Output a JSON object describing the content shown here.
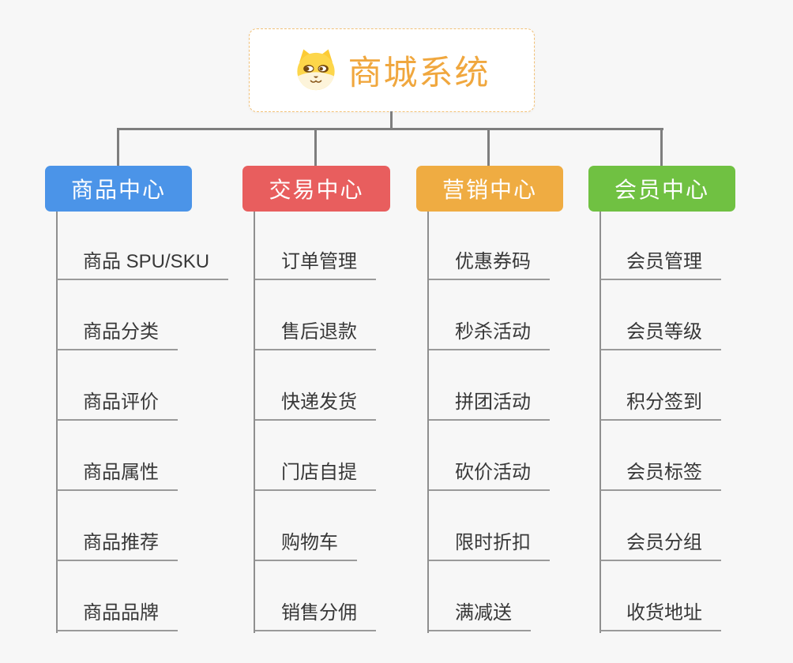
{
  "root": {
    "title": "商城系统",
    "icon": "dog-face-icon"
  },
  "colors": {
    "background": "#f7f7f7",
    "root_title": "#f0a73e",
    "root_border": "#f2c178",
    "connector": "#7e7e7e",
    "item_line": "#9a9a9a",
    "item_text": "#383838",
    "branch_text": "#ffffff"
  },
  "branches": [
    {
      "label": "商品中心",
      "color": "#4b94e8",
      "items": [
        "商品 SPU/SKU",
        "商品分类",
        "商品评价",
        "商品属性",
        "商品推荐",
        "商品品牌"
      ]
    },
    {
      "label": "交易中心",
      "color": "#e85e5e",
      "items": [
        "订单管理",
        "售后退款",
        "快递发货",
        "门店自提",
        "购物车",
        "销售分佣"
      ]
    },
    {
      "label": "营销中心",
      "color": "#efac42",
      "items": [
        "优惠券码",
        "秒杀活动",
        "拼团活动",
        "砍价活动",
        "限时折扣",
        "满减送"
      ]
    },
    {
      "label": "会员中心",
      "color": "#70c142",
      "items": [
        "会员管理",
        "会员等级",
        "积分签到",
        "会员标签",
        "会员分组",
        "收货地址"
      ]
    }
  ]
}
